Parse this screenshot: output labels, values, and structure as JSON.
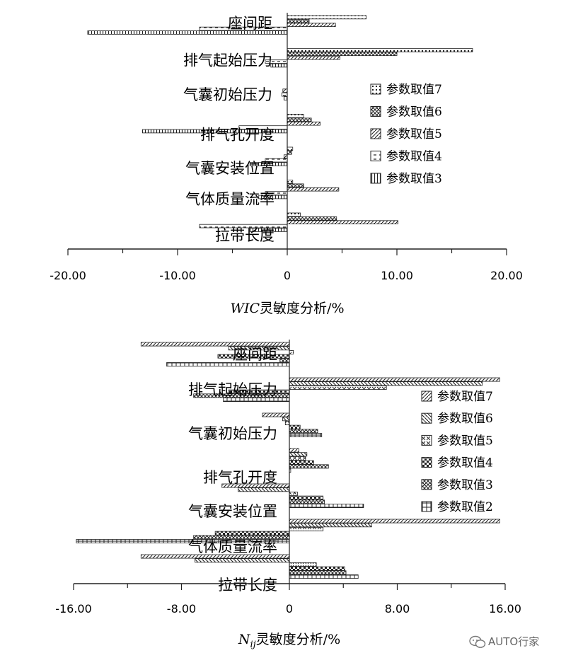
{
  "chart_data": [
    {
      "type": "bar",
      "orientation": "horizontal",
      "categories": [
        "座间距",
        "排气起始压力",
        "气囊初始压力",
        "排气孔开度",
        "气囊安装位置",
        "气体质量流率",
        "拉带长度"
      ],
      "series": [
        {
          "name": "参数取值7",
          "values": [
            7.2,
            16.9,
            0,
            1.5,
            0.5,
            0.5,
            1.2
          ]
        },
        {
          "name": "参数取值6",
          "values": [
            2.0,
            10.0,
            0,
            2.2,
            0.4,
            1.5,
            4.5
          ]
        },
        {
          "name": "参数取值5",
          "values": [
            4.4,
            4.8,
            -0.4,
            3.0,
            -0.3,
            4.7,
            10.1
          ]
        },
        {
          "name": "参数取值4",
          "values": [
            -8.0,
            -2.0,
            -0.5,
            -4.4,
            -2.0,
            -2.0,
            -8.0
          ]
        },
        {
          "name": "参数取值3",
          "values": [
            -18.2,
            -1.5,
            -0.3,
            -13.2,
            -3.4,
            -2.6,
            -3.4
          ]
        }
      ],
      "xlim": [
        -20,
        20
      ],
      "xticks": [
        "-20.00",
        "-10.00",
        "0",
        "10.00",
        "20.00"
      ],
      "xlabel_italic": "WIC",
      "xlabel_rest": "灵敏度分析/%",
      "legend": "right",
      "legend_labels": [
        "参数取值7",
        "参数取值6",
        "参数取值5",
        "参数取值4",
        "参数取值3"
      ]
    },
    {
      "type": "bar",
      "orientation": "horizontal",
      "categories": [
        "座间距",
        "排气起始压力",
        "气囊初始压力",
        "排气孔开度",
        "气囊安装位置",
        "气体质量流率",
        "拉带长度"
      ],
      "series": [
        {
          "name": "参数取值7",
          "values": [
            -11.0,
            15.6,
            -2.0,
            0.7,
            -5.0,
            15.6,
            -11.0
          ]
        },
        {
          "name": "参数取值6",
          "values": [
            -4.5,
            14.3,
            -0.5,
            1.3,
            -3.8,
            6.1,
            -7.0
          ]
        },
        {
          "name": "参数取值5",
          "values": [
            0.3,
            7.2,
            -0.3,
            1.2,
            0.6,
            2.5,
            2.0
          ]
        },
        {
          "name": "参数取值4",
          "values": [
            -5.3,
            -4.5,
            0.8,
            1.8,
            2.5,
            -5.5,
            4.1
          ]
        },
        {
          "name": "参数取值3",
          "values": [
            -0.7,
            -7.1,
            2.1,
            2.9,
            2.6,
            -7.1,
            4.2
          ]
        },
        {
          "name": "参数取值2",
          "values": [
            -9.1,
            -4.9,
            2.4,
            0.1,
            5.5,
            -15.8,
            5.1
          ]
        }
      ],
      "xlim": [
        -16,
        16
      ],
      "xticks": [
        "-16.00",
        "-8.00",
        "0",
        "8.00",
        "16.00"
      ],
      "xlabel_italic": "N",
      "xlabel_sub": "ij",
      "xlabel_rest": "灵敏度分析/%",
      "legend": "right",
      "legend_labels": [
        "参数取值7",
        "参数取值6",
        "参数取值5",
        "参数取值4",
        "参数取值3",
        "参数取值2"
      ]
    }
  ],
  "watermark": {
    "icon": "wechat-icon",
    "text": "AUTO行家"
  }
}
